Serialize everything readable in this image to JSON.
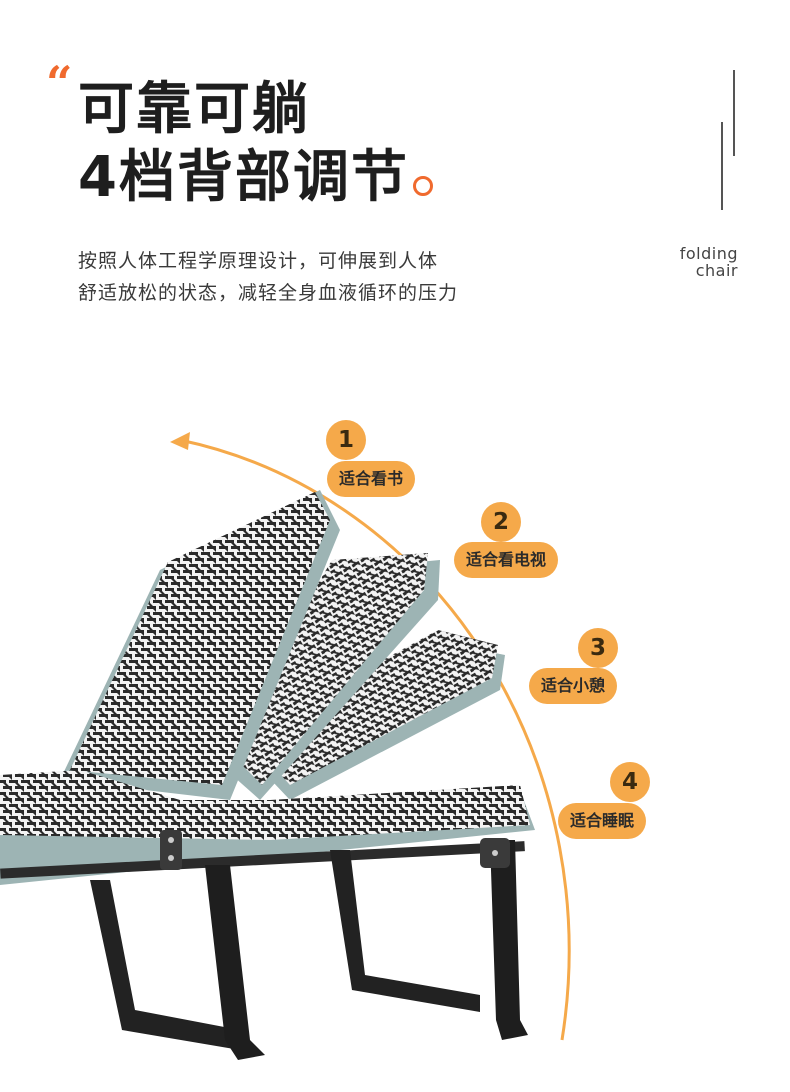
{
  "heading": {
    "quote": "“",
    "line1": "可靠可躺",
    "line2": "4档背部调节"
  },
  "brand": {
    "line1": "folding",
    "line2": "chair"
  },
  "description": {
    "line1": "按照人体工程学原理设计，可伸展到人体",
    "line2": "舒适放松的状态，减轻全身血液循环的压力"
  },
  "positions": [
    {
      "number": "1",
      "label": "适合看书"
    },
    {
      "number": "2",
      "label": "适合看电视"
    },
    {
      "number": "3",
      "label": "适合小憩"
    },
    {
      "number": "4",
      "label": "适合睡眠"
    }
  ],
  "colors": {
    "accent": "#f06a2e",
    "badge": "#f5a94a",
    "text": "#1e1e1e"
  }
}
